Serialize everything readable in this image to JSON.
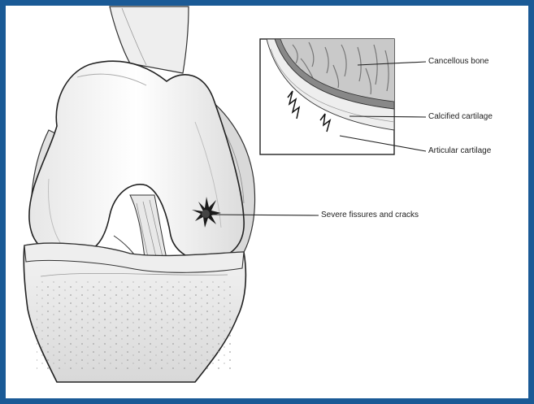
{
  "labels": {
    "cancellous_bone": "Cancellous bone",
    "calcified_cartilage": "Calcified cartilage",
    "articular_cartilage": "Articular cartilage",
    "severe_fissures": "Severe fissures and cracks"
  },
  "colors": {
    "frame_border": "#1a5a96",
    "line_art": "#222222",
    "shading": "#bdbdbd",
    "lesion": "#1a1a1a"
  },
  "icons": {
    "knee": "knee-joint-illustration",
    "inset": "cartilage-cross-section-inset"
  }
}
